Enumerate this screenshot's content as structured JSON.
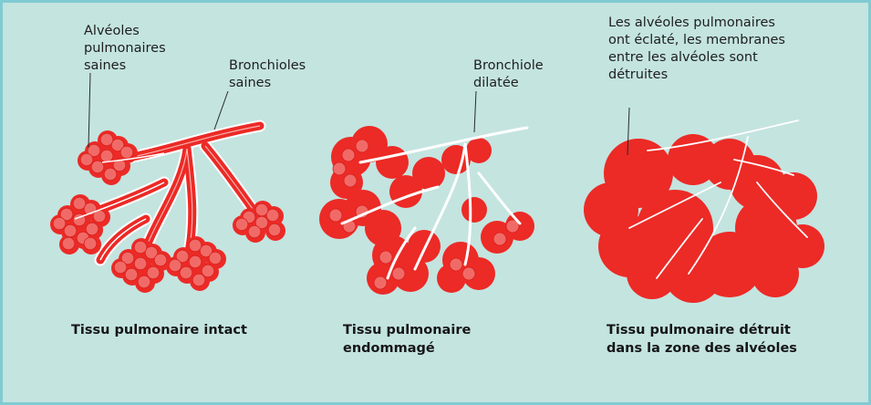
{
  "colors": {
    "background": "#c4e4e0",
    "border": "#7fcbd2",
    "tissue": "#ec2a26",
    "alveolus_highlight": "#f06b67",
    "bronchiole": "#ffffff"
  },
  "panels": [
    {
      "labels": [
        {
          "text": "Alvéoles\npulmonaires\nsaines"
        },
        {
          "text": "Bronchioles\nsaines"
        }
      ],
      "caption": "Tissu pulmonaire intact"
    },
    {
      "labels": [
        {
          "text": "Bronchiole\ndilatée"
        }
      ],
      "caption": "Tissu pulmonaire\nendommagé"
    },
    {
      "labels": [
        {
          "text": "Les alvéoles pulmonaires\nont éclaté, les membranes\nentre les alvéoles sont\ndétruites"
        }
      ],
      "caption": "Tissu pulmonaire détruit\ndans la zone des alvéoles"
    }
  ]
}
